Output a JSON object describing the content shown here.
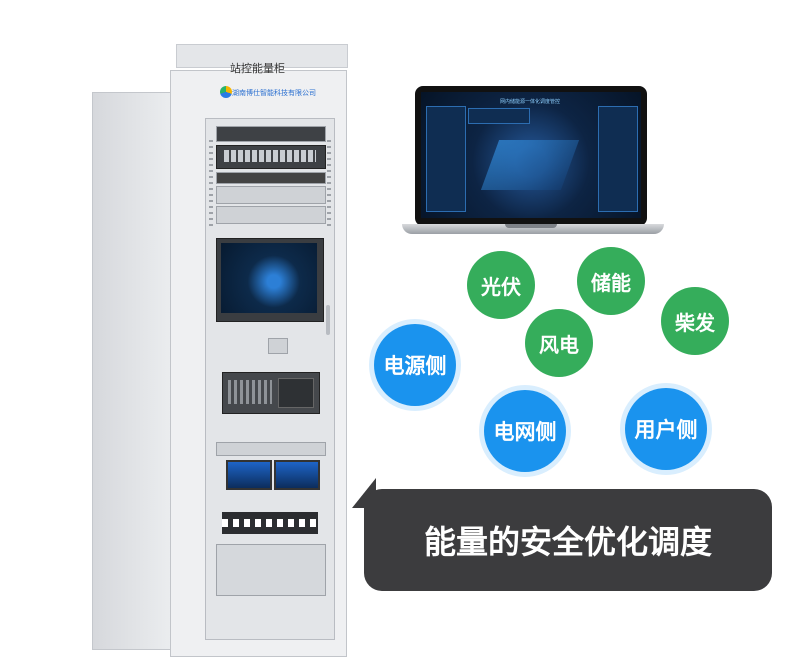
{
  "cabinet": {
    "label": "站控能量柜",
    "company": "湖南博仕智能科技有限公司"
  },
  "laptop": {
    "screen_title": "网内储能源一体化调度管控"
  },
  "tags": {
    "green": [
      "光伏",
      "储能",
      "风电",
      "柴发"
    ],
    "blue": [
      "电源侧",
      "电网侧",
      "用户侧"
    ]
  },
  "callout": {
    "text": "能量的安全优化调度"
  },
  "colors": {
    "green": "#35ad5b",
    "blue": "#1a93ee",
    "callout_bg": "#3c3c3e"
  }
}
